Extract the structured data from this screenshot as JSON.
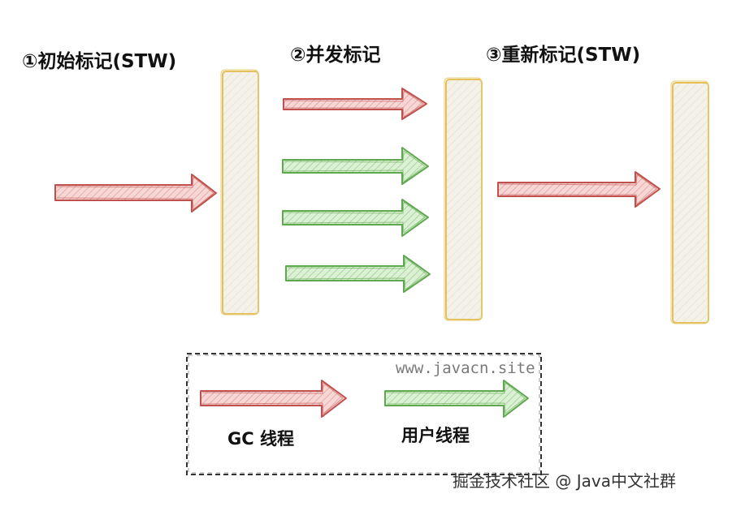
{
  "phases": [
    {
      "label": "①初始标记(STW)"
    },
    {
      "label": "②并发标记"
    },
    {
      "label": "③重新标记(STW)"
    }
  ],
  "legend": {
    "gc_label": "GC 线程",
    "user_label": "用户线程",
    "site": "www.javacn.site"
  },
  "footer": "掘金技术社区 @ Java中文社群",
  "colors": {
    "gc_stroke": "#c0504d",
    "gc_fill": "#f3c6c4",
    "user_stroke": "#5fa84f",
    "user_fill": "#cbe9c2",
    "bar_stroke": "#e3c05a",
    "bar_fill": "#f1efe6"
  }
}
